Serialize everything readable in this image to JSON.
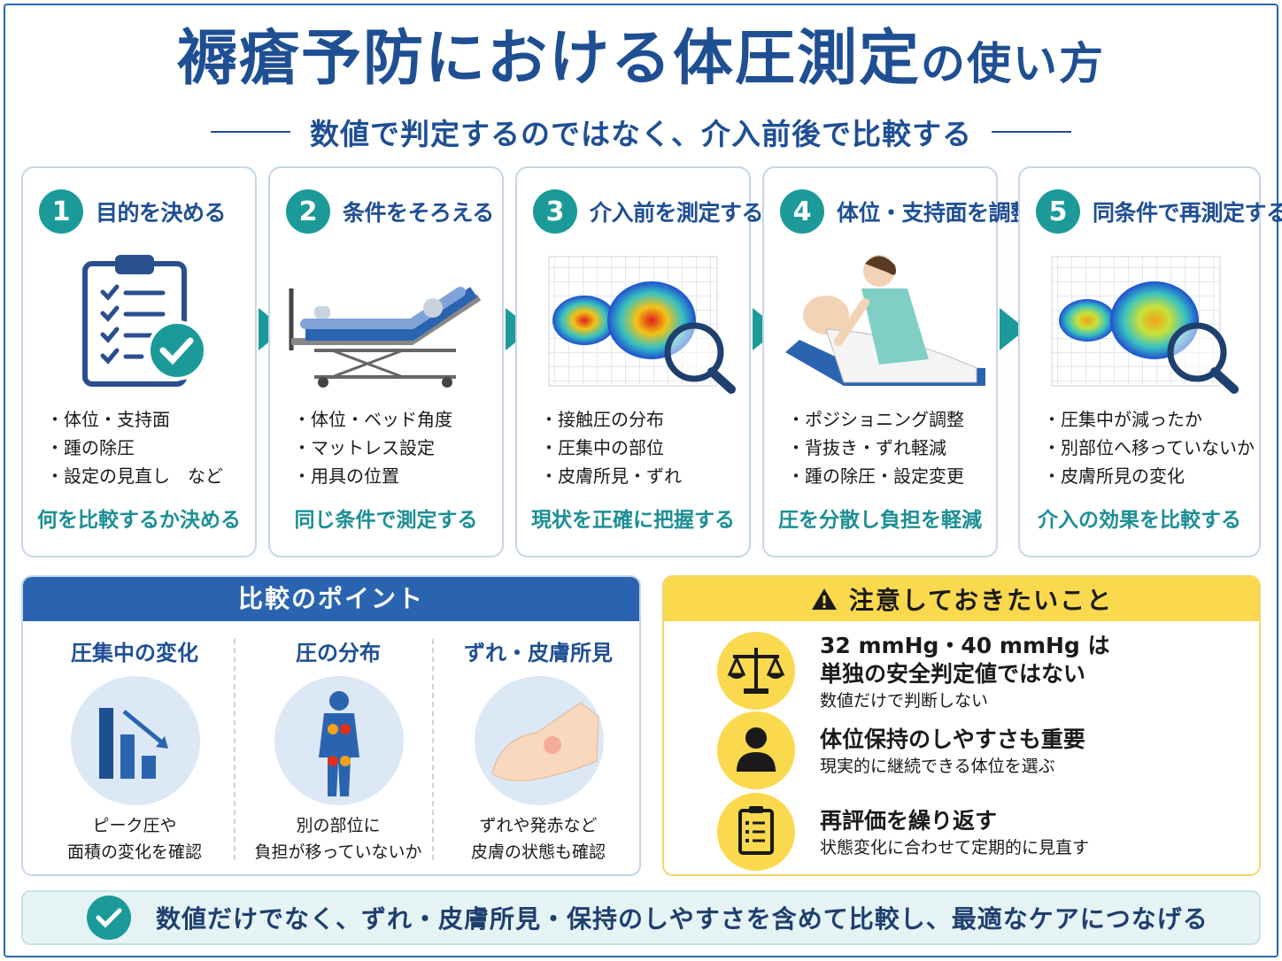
{
  "header": {
    "title_main": "褥瘡予防における体圧測定",
    "title_small": "の使い方",
    "subtitle": "数値で判定するのではなく、介入前後で比較する"
  },
  "steps": [
    {
      "num": "1",
      "title": "目的を決める",
      "bullets": [
        "・体位・支持面",
        "・踵の除圧",
        "・設定の見直し　など"
      ],
      "footer": "何を比較するか決める",
      "icon": "clipboard-check-icon"
    },
    {
      "num": "2",
      "title": "条件をそろえる",
      "bullets": [
        "・体位・ベッド角度",
        "・マットレス設定",
        "・用具の位置"
      ],
      "footer": "同じ条件で測定する",
      "icon": "patient-bed-icon"
    },
    {
      "num": "3",
      "title": "介入前を測定する",
      "bullets": [
        "・接触圧の分布",
        "・圧集中の部位",
        "・皮膚所見・ずれ"
      ],
      "footer": "現状を正確に把握する",
      "icon": "pressure-map-icon"
    },
    {
      "num": "4",
      "title": "体位・支持面を調整する",
      "bullets": [
        "・ポジショニング調整",
        "・背抜き・ずれ軽減",
        "・踵の除圧・設定変更"
      ],
      "footer": "圧を分散し負担を軽減",
      "icon": "caregiver-positioning-icon"
    },
    {
      "num": "5",
      "title": "同条件で再測定する",
      "bullets": [
        "・圧集中が減ったか",
        "・別部位へ移っていないか",
        "・皮膚所見の変化"
      ],
      "footer": "介入の効果を比較する",
      "icon": "pressure-map-reduced-icon"
    }
  ],
  "compare": {
    "heading": "比較のポイント",
    "items": [
      {
        "title": "圧集中の変化",
        "desc1": "ピーク圧や",
        "desc2": "面積の変化を確認",
        "icon": "bar-chart-decrease-icon"
      },
      {
        "title": "圧の分布",
        "desc1": "別の部位に",
        "desc2": "負担が移っていないか",
        "icon": "body-pressure-icon"
      },
      {
        "title": "ずれ・皮膚所見",
        "desc1": "ずれや発赤など",
        "desc2": "皮膚の状態も確認",
        "icon": "skin-redness-icon"
      }
    ]
  },
  "caution": {
    "heading": "注意しておきたいこと",
    "items": [
      {
        "line1": "32 mmHg・40 mmHg は",
        "line2": "単独の安全判定値ではない",
        "sub": "数値だけで判断しない",
        "icon": "scale-icon"
      },
      {
        "line1": "体位保持のしやすさも重要",
        "sub": "現実的に継続できる体位を選ぶ",
        "icon": "person-icon"
      },
      {
        "line1": "再評価を繰り返す",
        "sub": "状態変化に合わせて定期的に見直す",
        "icon": "checklist-icon"
      }
    ]
  },
  "banner": {
    "text": "数値だけでなく、ずれ・皮膚所見・保持のしやすさを含めて比較し、最適なケアにつなげる"
  },
  "colors": {
    "navy": "#1f4f93",
    "teal": "#1c9a9a",
    "yellow": "#fbd94e",
    "blue": "#2a64b0"
  }
}
